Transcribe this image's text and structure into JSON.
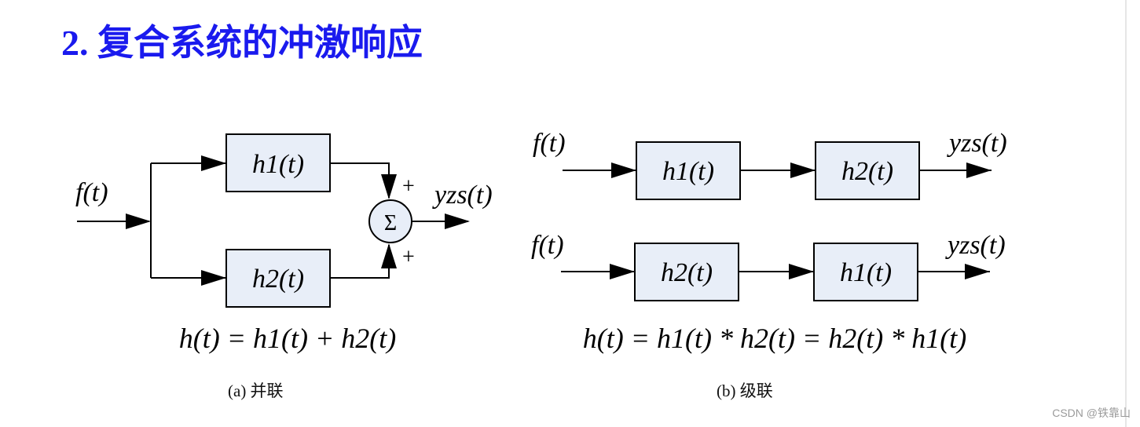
{
  "title": "2. 复合系统的冲激响应",
  "parallel": {
    "input_label": "f(t)",
    "block1": "h1(t)",
    "block2": "h2(t)",
    "sum_symbol": "Σ",
    "sign_top": "+",
    "sign_bottom": "+",
    "output_label": "yzs(t)",
    "equation": "h(t) = h1(t) + h2(t)",
    "caption": "(a)  并联"
  },
  "cascade": {
    "row1": {
      "input_label": "f(t)",
      "block_a": "h1(t)",
      "block_b": "h2(t)",
      "output_label": "yzs(t)"
    },
    "row2": {
      "input_label": "f(t)",
      "block_a": "h2(t)",
      "block_b": "h1(t)",
      "output_label": "yzs(t)"
    },
    "equation": "h(t) = h1(t) * h2(t) = h2(t) * h1(t)",
    "caption": "(b)  级联"
  },
  "watermark": "CSDN @铁靠山",
  "colors": {
    "title": "#1a1aee",
    "block_fill": "#e8eef8",
    "stroke": "#000000"
  }
}
